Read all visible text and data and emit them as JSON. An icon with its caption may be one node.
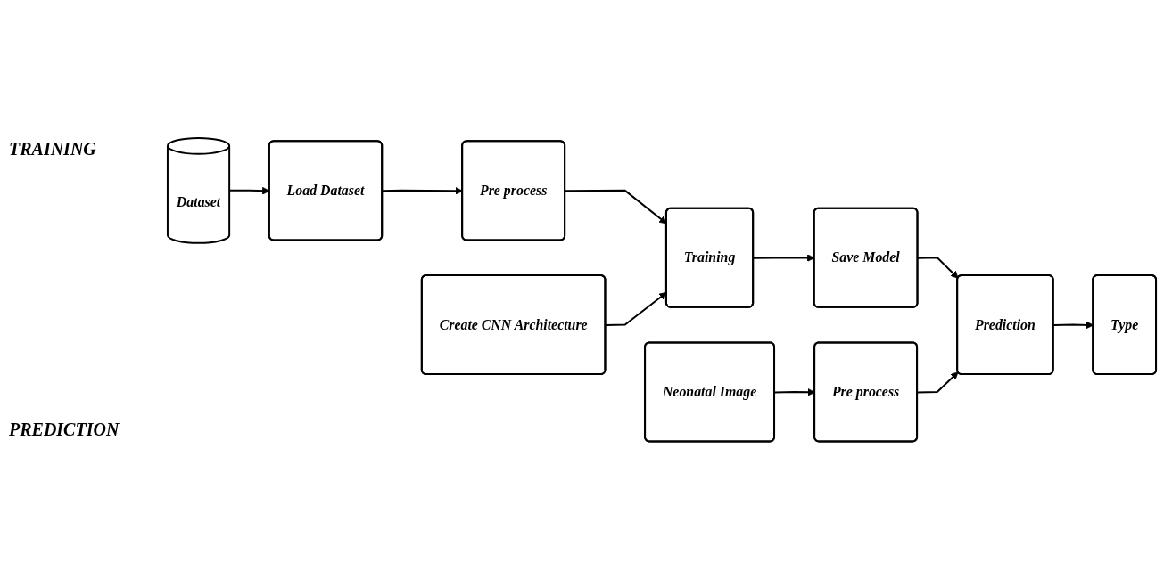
{
  "diagram": {
    "nodes": [
      {
        "text": [
          "Dataset"
        ]
      },
      {
        "text": [
          "Load Dataset"
        ]
      },
      {
        "text": [
          "Pre process"
        ]
      },
      {
        "text": [
          "Create CNN Architecture"
        ]
      },
      {
        "text": [
          "Training"
        ]
      },
      {
        "text": [
          "Save Model"
        ]
      },
      {
        "text": [
          "Neonatal Image"
        ]
      },
      {
        "text": [
          "Pre process"
        ]
      },
      {
        "text": [
          "Prediction"
        ]
      },
      {
        "text": [
          "Type"
        ]
      }
    ],
    "edges": [
      {
        "from": 0,
        "to": 1,
        "arrow": "to"
      },
      {
        "from": 1,
        "to": 2,
        "arrow": "to"
      },
      {
        "from": 2,
        "to": 4,
        "arrow": "to"
      },
      {
        "from": 3,
        "to": 4,
        "arrow": "to"
      },
      {
        "from": 4,
        "to": 5,
        "arrow": "to"
      },
      {
        "from": 5,
        "to": 8,
        "arrow": "to"
      },
      {
        "from": 6,
        "to": 7,
        "arrow": "to"
      },
      {
        "from": 7,
        "to": 8,
        "arrow": "to"
      },
      {
        "from": 8,
        "to": 9,
        "arrow": "to"
      }
    ],
    "labels": [
      "TRAINING",
      "PREDICTION"
    ]
  }
}
